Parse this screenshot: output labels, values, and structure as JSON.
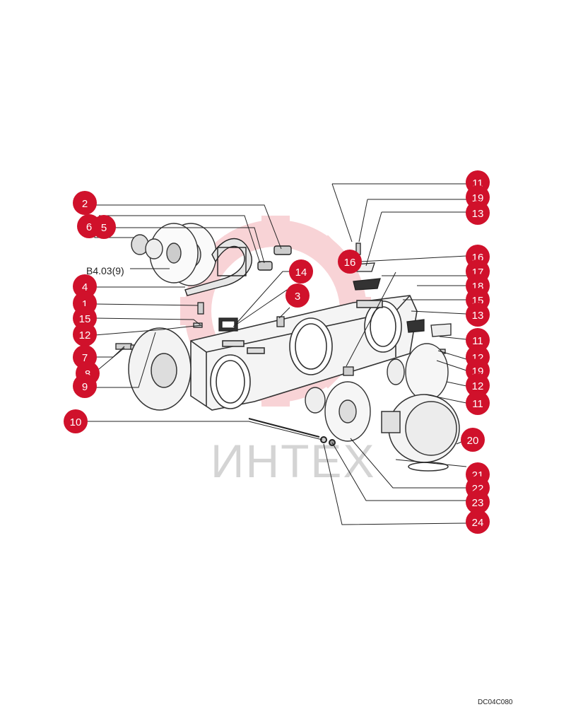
{
  "diagram": {
    "reference_label": "B4.03(9)",
    "drawing_code": "DC04C080",
    "watermark": "ИНТЕХ",
    "callout_color": "#d0112b",
    "callouts": [
      {
        "id": "c2",
        "label": "2"
      },
      {
        "id": "c6",
        "label": "6"
      },
      {
        "id": "c5",
        "label": "5"
      },
      {
        "id": "c4",
        "label": "4"
      },
      {
        "id": "c1",
        "label": "1"
      },
      {
        "id": "c15",
        "label": "15"
      },
      {
        "id": "c12a",
        "label": "12"
      },
      {
        "id": "c7",
        "label": "7"
      },
      {
        "id": "c8",
        "label": "8"
      },
      {
        "id": "c9",
        "label": "9"
      },
      {
        "id": "c10",
        "label": "10"
      },
      {
        "id": "c14",
        "label": "14"
      },
      {
        "id": "c3",
        "label": "3"
      },
      {
        "id": "c11a",
        "label": "11"
      },
      {
        "id": "c19a",
        "label": "19"
      },
      {
        "id": "c13a",
        "label": "13"
      },
      {
        "id": "c16a",
        "label": "16"
      },
      {
        "id": "c16b",
        "label": "16"
      },
      {
        "id": "c17",
        "label": "17"
      },
      {
        "id": "c18",
        "label": "18"
      },
      {
        "id": "c15b",
        "label": "15"
      },
      {
        "id": "c13b",
        "label": "13"
      },
      {
        "id": "c11b",
        "label": "11"
      },
      {
        "id": "c12b",
        "label": "12"
      },
      {
        "id": "c19b",
        "label": "19"
      },
      {
        "id": "c12c",
        "label": "12"
      },
      {
        "id": "c11c",
        "label": "11"
      },
      {
        "id": "c20",
        "label": "20"
      },
      {
        "id": "c21",
        "label": "21"
      },
      {
        "id": "c22",
        "label": "22"
      },
      {
        "id": "c23",
        "label": "23"
      },
      {
        "id": "c24",
        "label": "24"
      }
    ]
  }
}
